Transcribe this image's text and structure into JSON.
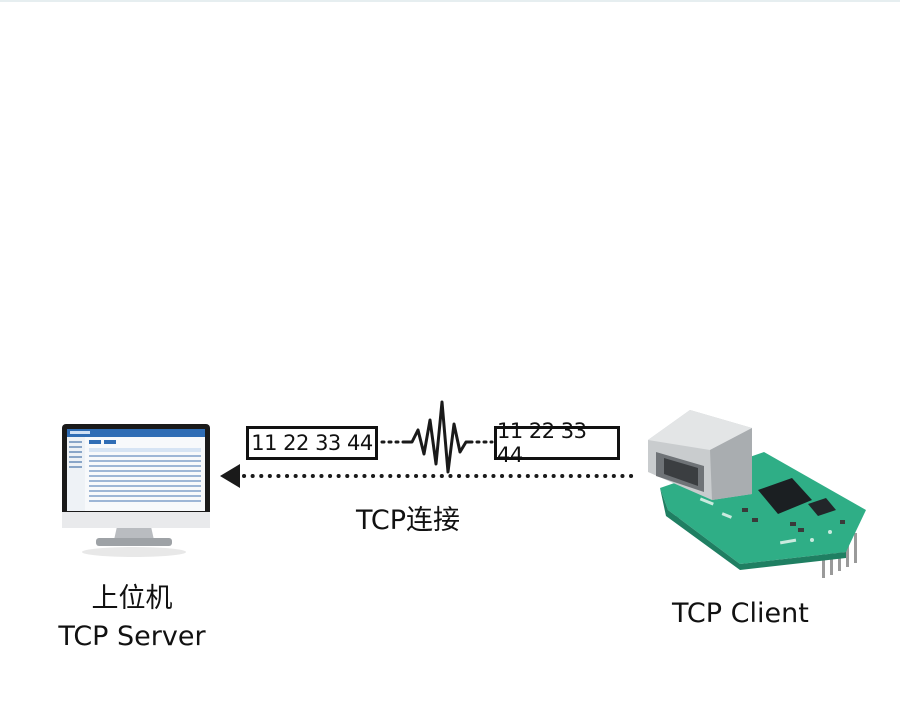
{
  "packet": {
    "left_data": "11 22 33 44",
    "right_data": "11 22 33 44"
  },
  "connection": {
    "label": "TCP连接"
  },
  "server": {
    "line1": "上位机",
    "line2": "TCP Server"
  },
  "client": {
    "label": "TCP Client"
  },
  "colors": {
    "monitor_bezel": "#1a1a1a",
    "screen_header": "#2f6db5",
    "board_green": "#2fae86",
    "rj45_metal": "#c9ccce",
    "signal_line": "#1a1a1a",
    "arrow_dots": "#1a1a1a"
  },
  "icons": [
    "monitor-icon",
    "ethernet-module-icon",
    "noise-signal-icon",
    "arrow-left-icon"
  ]
}
